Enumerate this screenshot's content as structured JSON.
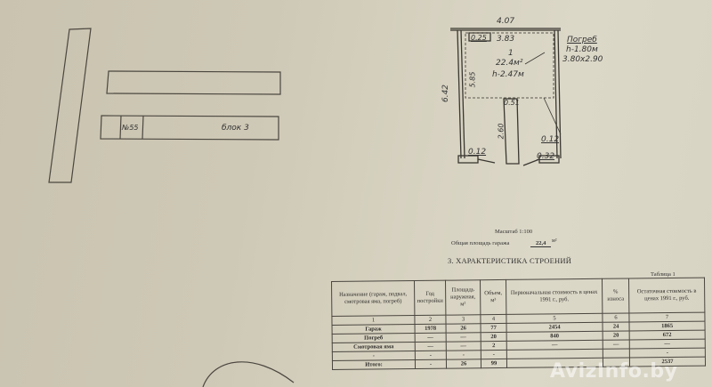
{
  "left_page": {
    "plan": {
      "garage_number": "№55",
      "block_label": "блок 3"
    }
  },
  "right_page": {
    "floor_plan": {
      "width_total": "4.07",
      "length_total": "6.42",
      "inner_offset": "0.25",
      "inner_width": "3.83",
      "inner_length": "5.85",
      "room_number": "1",
      "room_area": "22.4м²",
      "room_height": "h-2.47м",
      "cellar_label": "Погреб",
      "cellar_height": "h-1.80м",
      "cellar_size": "3.80х2.90",
      "pit_width": "0.51",
      "pit_length": "2.60",
      "wall_left": "0.12",
      "wall_right": "0.12",
      "door_right": "0.32"
    },
    "scale_text": "Масштаб  1:100",
    "area_label": "Общая площадь гаража",
    "area_value": "22,4",
    "area_unit": "м²",
    "section_title": "3. ХАРАКТЕРИСТИКА СТРОЕНИЙ",
    "table_caption": "Таблица 1",
    "table": {
      "headers": [
        "Назначение (гараж, подвал, смотровая яма, погреб)",
        "Год постройки",
        "Площадь наружная, м²",
        "Объем, м³",
        "Первоначальная стоимость в ценах 1991 г., руб.",
        "% износа",
        "Остаточная стоимость в ценах 1991 г., руб."
      ],
      "col_numbers": [
        "1",
        "2",
        "3",
        "4",
        "5",
        "6",
        "7"
      ],
      "rows": [
        [
          "Гараж",
          "1978",
          "26",
          "77",
          "2454",
          "24",
          "1865"
        ],
        [
          "Погреб",
          "—",
          "—",
          "20",
          "840",
          "20",
          "672"
        ],
        [
          "Смотровая яма",
          "—",
          "—",
          "2",
          "—",
          "—",
          "—"
        ],
        [
          "-",
          "-",
          "-",
          "-",
          "",
          "",
          "-"
        ],
        [
          "Итого:",
          "-",
          "26",
          "99",
          "",
          "",
          "2537"
        ]
      ]
    }
  },
  "watermark": "AvizInfo.by"
}
